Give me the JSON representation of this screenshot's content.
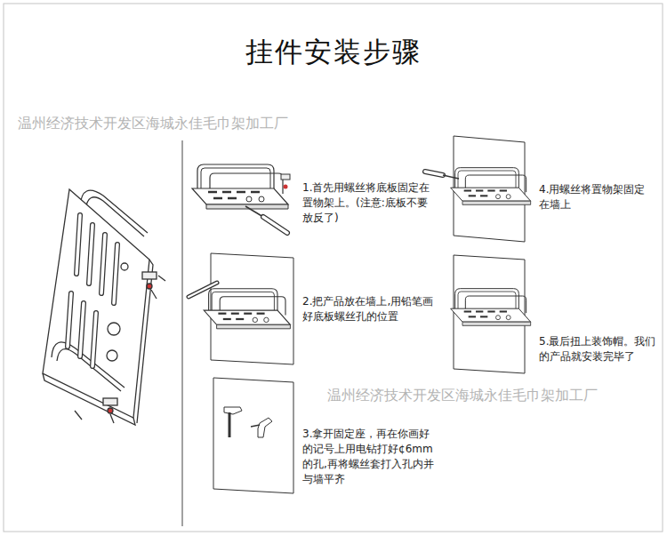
{
  "diagram": {
    "title": "挂件安装步骤",
    "labels": [
      "温州经济技术开发区海城永佳毛巾架加工厂",
      "1.首先用螺丝将底板固定在置物架上。(注意:底板不要放反了)",
      "4.用螺丝将置物架固定在墙上",
      "2.把产品放在墙上,用铅笔画好底板螺丝孔的位置",
      "5.最后扭上装饰帽。我们的产品就安装完毕了",
      "温州经济技术开发区海城永佳毛巾架加工厂",
      "3.拿开固定座，再在你画好的记号上用电钻打好¢6mm的孔,再将螺丝套打入孔内并与墙平齐"
    ]
  }
}
